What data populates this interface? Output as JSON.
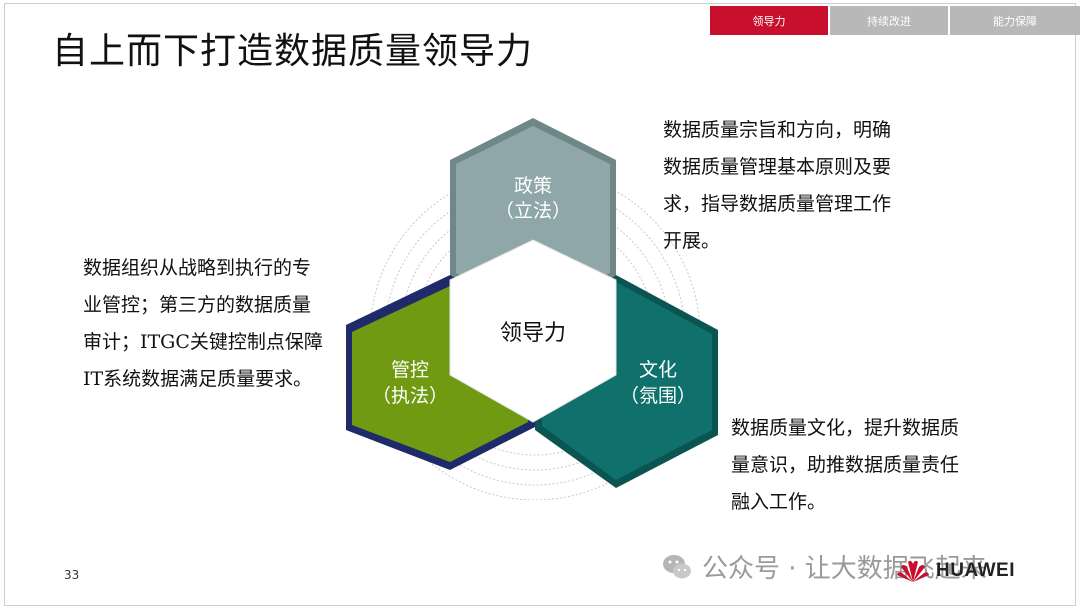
{
  "slide": {
    "title": "自上而下打造数据质量领导力",
    "page_number": "33"
  },
  "tabs": [
    {
      "label": "领导力",
      "active": true
    },
    {
      "label": "持续改进",
      "active": false
    },
    {
      "label": "能力保障",
      "active": false
    }
  ],
  "diagram": {
    "center": "领导力",
    "policy": {
      "line1": "政策",
      "line2": "（立法）",
      "color": "#8fa7a8"
    },
    "control": {
      "line1": "管控",
      "line2": "（执法）",
      "color": "#6f9a11"
    },
    "culture": {
      "line1": "文化",
      "line2": "（氛围）",
      "color": "#0f706c"
    }
  },
  "text_blocks": {
    "left": [
      "数据组织从战略到执行的专",
      "业管控；第三方的数据质量",
      "审计；ITGC关键控制点保障",
      "IT系统数据满足质量要求。"
    ],
    "right_top": [
      "数据质量宗旨和方向，明确",
      "数据质量管理基本原则及要",
      "求，指导数据质量管理工作",
      "开展。"
    ],
    "right_bottom": [
      "数据质量文化，提升数据质",
      "量意识，助推数据质量责任",
      "融入工作。"
    ]
  },
  "watermark": {
    "text": "公众号 · 让大数据飞起来",
    "icon": "wechat-icon"
  },
  "logo": {
    "text": "HUAWEI",
    "icon": "huawei-flower-icon",
    "color": "#c8102e"
  }
}
